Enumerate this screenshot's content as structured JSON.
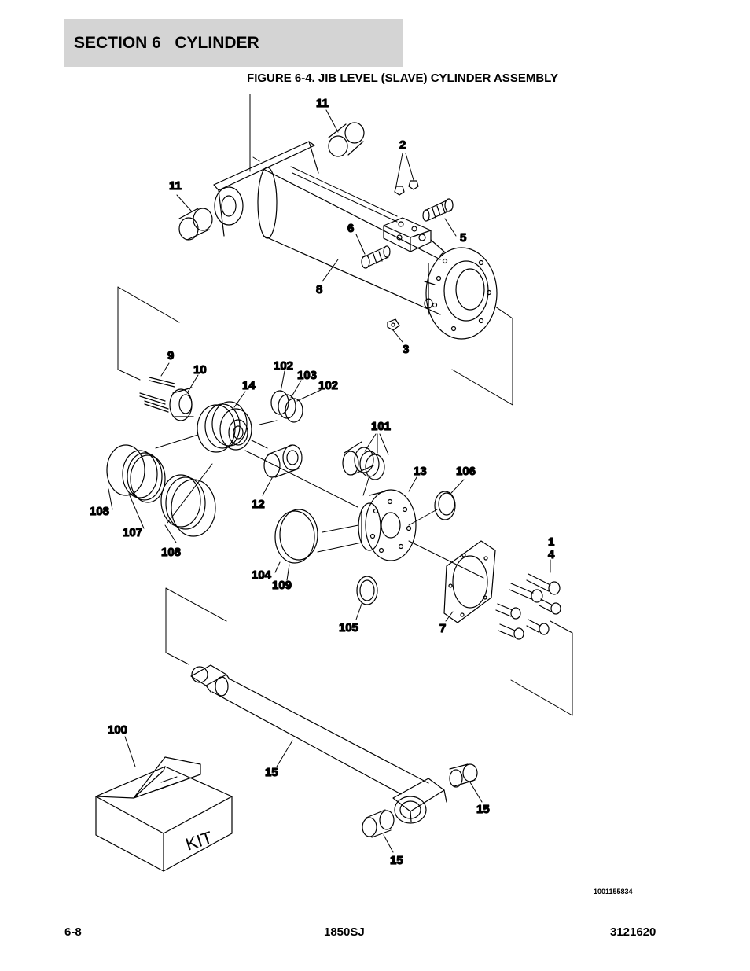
{
  "header": {
    "section_label": "SECTION 6   CYLINDER"
  },
  "figure": {
    "title": "FIGURE 6-4. JIB LEVEL (SLAVE) CYLINDER ASSEMBLY"
  },
  "callouts": {
    "c11a": "11",
    "c11b": "11",
    "c2": "2",
    "c6": "6",
    "c5": "5",
    "c8": "8",
    "c3": "3",
    "c9": "9",
    "c10": "10",
    "c14": "14",
    "c102a": "102",
    "c103": "103",
    "c102b": "102",
    "c101": "101",
    "c13": "13",
    "c106": "106",
    "c108a": "108",
    "c107": "107",
    "c108b": "108",
    "c12": "12",
    "c104": "104",
    "c109": "109",
    "c105": "105",
    "c7": "7",
    "c1": "1",
    "c4": "4",
    "c100": "100",
    "c15a": "15",
    "c15b": "15",
    "c15c": "15"
  },
  "kit_box_label": "KIT",
  "drawing_number": "1001155834",
  "footer": {
    "page": "6-8",
    "model": "1850SJ",
    "doc_number": "3121620"
  }
}
